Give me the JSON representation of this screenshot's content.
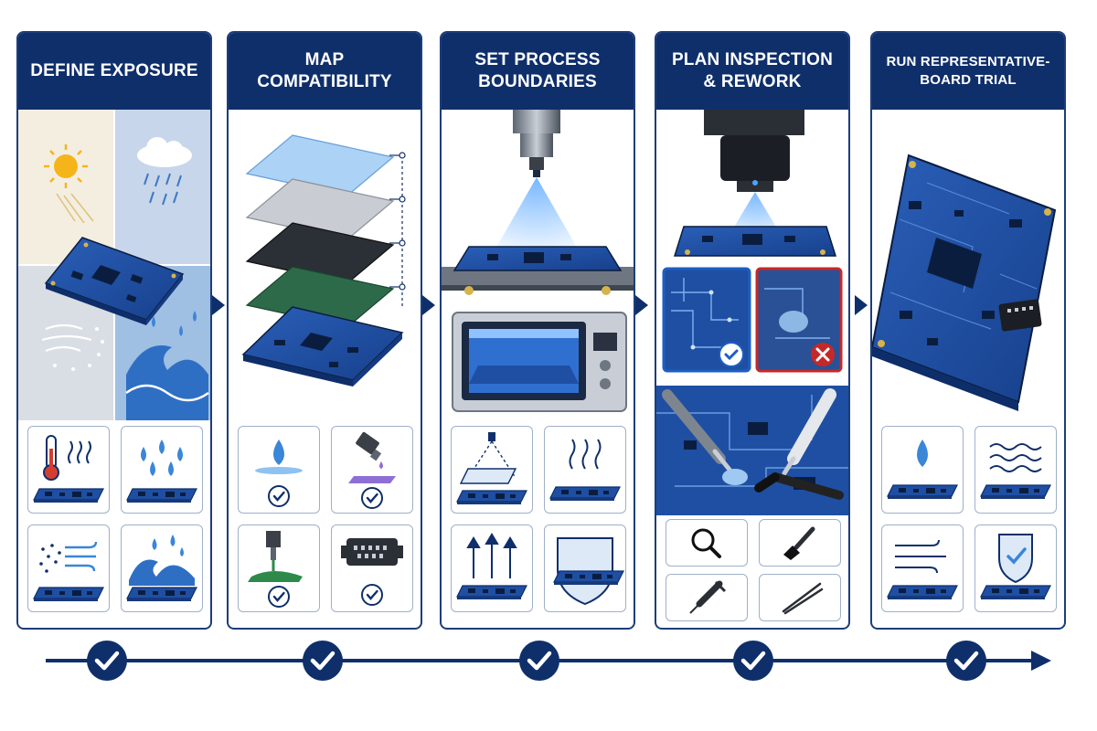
{
  "steps": [
    {
      "title": "Define Exposure"
    },
    {
      "title": "Map Compatibility"
    },
    {
      "title": "Set Process Boundaries"
    },
    {
      "title": "Plan Inspection & Rework"
    },
    {
      "title": "Run Representative-Board Trial"
    }
  ],
  "colors": {
    "navy": "#0f2f6b",
    "pcb_blue": "#1f4fa3",
    "check_blue": "#1c5fc2",
    "fail_red": "#c62828",
    "tile_border": "#9fb0c8"
  },
  "icons": {
    "step1": [
      "thermometer-heat-icon",
      "water-droplets-icon",
      "dust-wind-icon",
      "water-splash-icon"
    ],
    "step2": [
      "droplet-wetting-icon",
      "dispenser-icon",
      "nozzle-coating-icon",
      "connector-icon"
    ],
    "step3": [
      "spray-cone-icon",
      "cure-heat-icon",
      "upward-flow-icon",
      "protection-shield-icon"
    ],
    "step4": [
      "magnifier-icon",
      "brush-icon",
      "syringe-icon",
      "tweezers-icon"
    ],
    "step5": [
      "water-droplet-icon",
      "water-waves-icon",
      "airflow-icon",
      "shield-check-icon"
    ]
  }
}
